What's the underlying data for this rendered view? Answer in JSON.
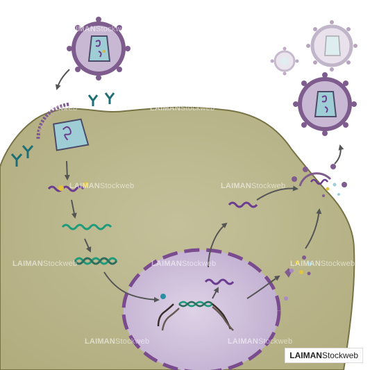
{
  "watermark": {
    "brand": "LAIMAN",
    "suffix": "Stockweb"
  },
  "credit": {
    "brand": "LAIMAN",
    "suffix": "Stockweb"
  },
  "colors": {
    "cell_fill": "#b9b488",
    "cell_edge": "#777345",
    "nucleus_fill": "#cdbfd8",
    "nucleus_edge": "#7a4b8f",
    "virus_envelope": "#7f5c8e",
    "capsid_fill": "#9ecdd6",
    "rna_purple": "#6b3c8f",
    "dna_green": "#1f9a7a",
    "dna_dark": "#3a2e2c",
    "receptor_teal": "#1e6e76",
    "arrow": "#555555"
  }
}
